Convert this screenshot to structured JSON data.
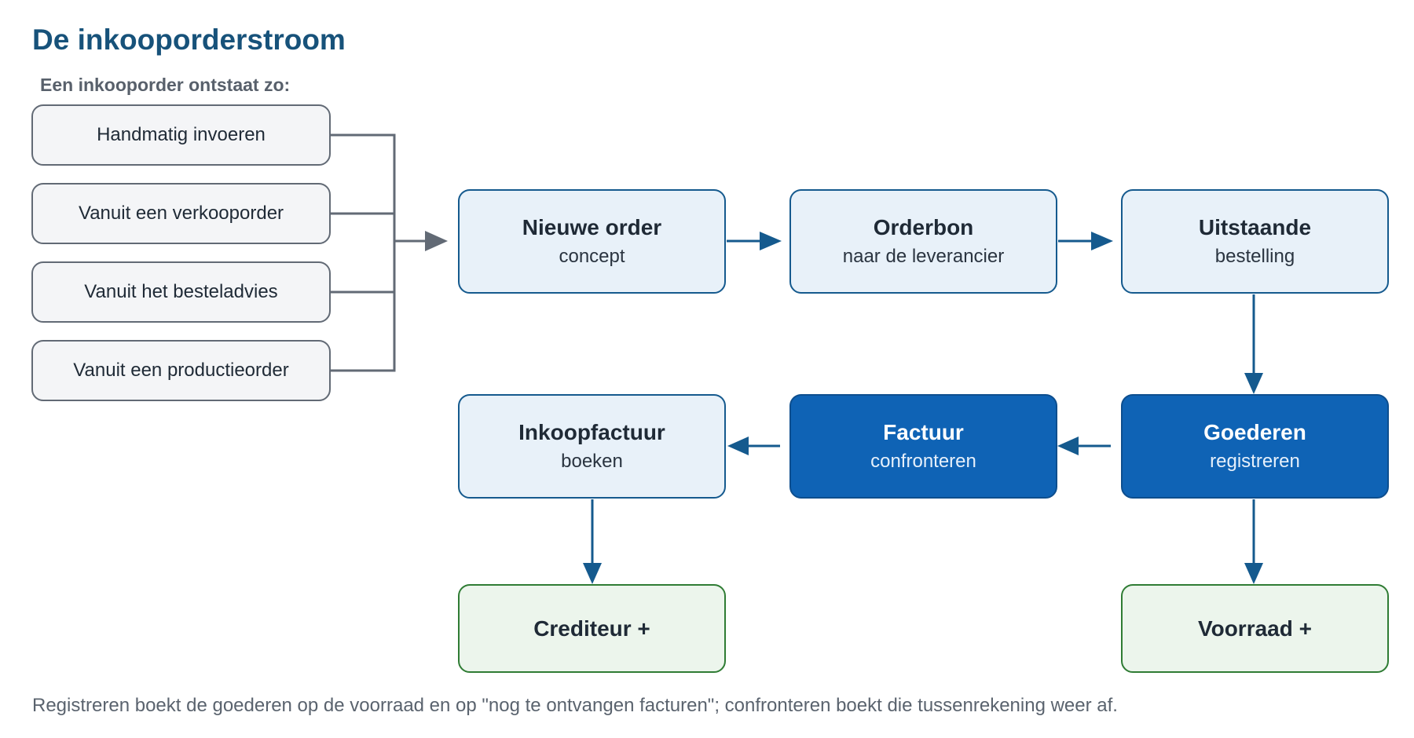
{
  "title": "De inkooporderstroom",
  "subtitle": "Een inkooporder ontstaat zo:",
  "sources": [
    "Handmatig invoeren",
    "Vanuit een verkooporder",
    "Vanuit het besteladvies",
    "Vanuit een productieorder"
  ],
  "steps": {
    "nieuwe_order": {
      "title": "Nieuwe order",
      "sub": "concept"
    },
    "orderbon": {
      "title": "Orderbon",
      "sub": "naar de leverancier"
    },
    "uitstaande": {
      "title": "Uitstaande",
      "sub": "bestelling"
    },
    "goederen": {
      "title": "Goederen",
      "sub": "registreren"
    },
    "factuur": {
      "title": "Factuur",
      "sub": "confronteren"
    },
    "inkoopfactuur": {
      "title": "Inkoopfactuur",
      "sub": "boeken"
    }
  },
  "results": {
    "crediteur": "Crediteur +",
    "voorraad": "Voorraad +"
  },
  "note": "Registreren boekt de goederen op de voorraad en op \"nog te ontvangen facturen\"; confronteren boekt die tussenrekening weer af.",
  "colors": {
    "title": "#17527a",
    "light_fill": "#e8f1f9",
    "light_border": "#155a8e",
    "dark_fill": "#0f63b5",
    "green_fill": "#ecf5ec",
    "green_border": "#2f7c34",
    "source_border": "#626a75",
    "arrow": "#155a8e"
  }
}
